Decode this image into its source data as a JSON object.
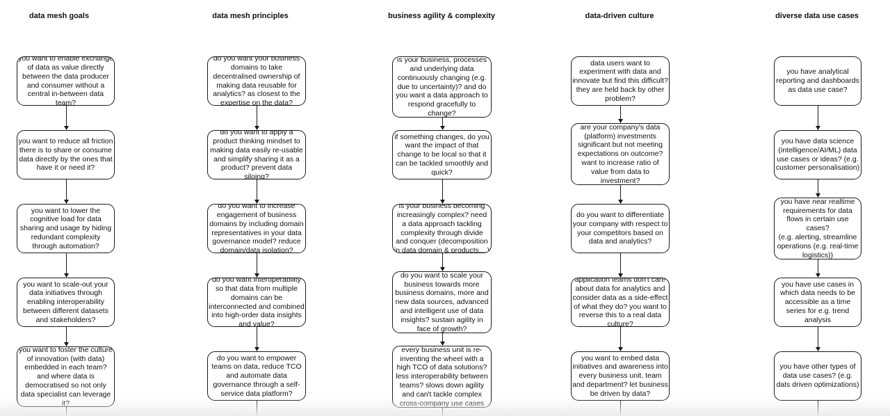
{
  "columns": [
    {
      "title": "data mesh goals",
      "nodes": [
        "you want to enable exchange\nof data as value directly\nbetween the data producer\nand consumer without a\ncentral in-between data\nteam?",
        "you want to reduce all friction\nthere is to share or consume\ndata directly by the ones that\nhave it or need it?",
        "you want to lower the\ncognitive load for data\nsharing and usage by hiding\nredundant complexity\nthrough automation?",
        "you want to scale-out your\ndata initiatives through\nenabling interoperability\nbetween different datasets\nand stakeholders?",
        "you want to foster the culture\nof innovation (with data)\nembedded in each team?\nand where data is\ndemocratised so not only\ndata specialist can leverage\nit?"
      ]
    },
    {
      "title": "data mesh principles",
      "nodes": [
        "do you want your business\ndomains to take\ndecentralised ownership of\nmaking data reusable for\nanalytics? as closest to the\nexpertise on the data?",
        "do you want to apply a\nproduct thinking mindset to\nmaking data easily re-usable\nand simplify sharing it as a\nproduct? prevent data\nsiloing?",
        "do you want to  increase\nengagement of business\ndomains by including domain\nrepresentatives in your data\ngovernance model? reduce\ndomain/data isolation?",
        "do you want interoperability\nso that data from multiple\ndomains can be\ninterconnected and combined\ninto high-order data insights\nand value?",
        "do you want to empower\nteams on data, reduce TCO\nand automate data\ngovernance through a self-\nservice data platform?"
      ]
    },
    {
      "title": "business agility & complexity",
      "nodes": [
        "is your business, processes\nand underlying data\ncontinuously changing (e.g.\ndue to uncertainty)? and do\nyou want a data approach  to\nrespond gracefully to\nchange?",
        "if something changes, do you\nwant the impact of that\nchange to be local so that it\ncan be tackled smoothly and\nquick?",
        "is your business becoming\nincreasingly complex? need\na data approach tackling\ncomplexity through divide\nand conquer (decomposition\nin data domain & products,...)",
        "do you want to scale your\nbusiness towards more\nbusiness domains, more and\nnew data sources, advanced\nand intelligent use of data\ninsights? sustain agility in\nface of growth?",
        "every business unit is re-\ninventing the wheel with a\nhigh TCO of data solutions?\nless interoperability between\nteams? slows down agility\nand can't tackle complex\ncross-company use cases"
      ]
    },
    {
      "title": "data-driven culture",
      "nodes": [
        "data users want to\nexperiment with data and\ninnovate but find this difficult?\nthey are held back by other\nproblem?",
        "are your company's data\n(platform) investments\nsignificant but not meeting\nexpectations on outcome?\nwant to increase ratio of\nvalue from data to\ninvestment?",
        "do you want to  differentiate\nyour company with respect to\nyour competitors based on\ndata and analytics?",
        "application teams don't care\nabout data for analytics and\nconsider data as a side-effect\nof what they do? you want to\nreverse this to a real data\nculture?",
        "you want to embed data\ninitiatives and awareness into\nevery business unit, team\nand department? let business\nbe driven by data?"
      ]
    },
    {
      "title": "diverse data use cases",
      "nodes": [
        "you have analytical\nreporting and dashboards\nas data use case?",
        "you have data science\n(intelligence/AI/ML) data\nuse cases or ideas? (e.g.\ncustomer personalisation)",
        "you have near realtime\nrequirements for data\nflows in certain use\ncases?\n(e.g. alerting, streamline\noperations (e.g. real-time\nlogistics))",
        "you have use cases in\nwhich data needs to be\naccessible as a time\nseries for e.g. trend\nanalysis",
        "you have other types of\ndata use cases? (e.g.\ndats driven optimizations)"
      ]
    }
  ]
}
